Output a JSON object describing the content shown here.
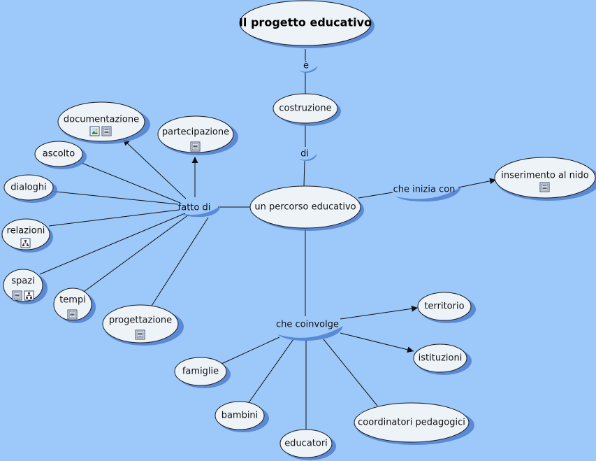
{
  "colors": {
    "background": "#9cc9f9",
    "node_fill": "#eef3f8",
    "shadow": "#4f7fcf",
    "link_shadow": "#3d6fd6"
  },
  "concepts": {
    "title": "Il progetto educativo",
    "costruzione": "costruzione",
    "percorso": "un percorso educativo",
    "inserimento": "inserimento al nido",
    "documentazione": "documentazione",
    "partecipazione": "partecipazione",
    "ascolto": "ascolto",
    "dialoghi": "dialoghi",
    "relazioni": "relazioni",
    "spazi": "spazi",
    "tempi": "tempi",
    "progettazione": "progettazione",
    "territorio": "territorio",
    "istituzioni": "istituzioni",
    "famiglie": "famiglie",
    "bambini": "bambini",
    "educatori": "educatori",
    "coordinatori": "coordinatori pedagogici"
  },
  "linking_phrases": {
    "e": "è",
    "di": "di",
    "fatto_di": "fatto di",
    "che_inizia_con": "che inizia con",
    "che_coinvolge": "che coinvolge"
  },
  "resource_icons": {
    "documentazione": [
      "image-icon",
      "document-icon"
    ],
    "partecipazione": [
      "document-icon"
    ],
    "inserimento": [
      "document-icon"
    ],
    "relazioni": [
      "concept-map-icon"
    ],
    "spazi": [
      "document-icon",
      "concept-map-icon"
    ],
    "tempi": [
      "document-icon"
    ],
    "progettazione": [
      "document-icon"
    ]
  }
}
